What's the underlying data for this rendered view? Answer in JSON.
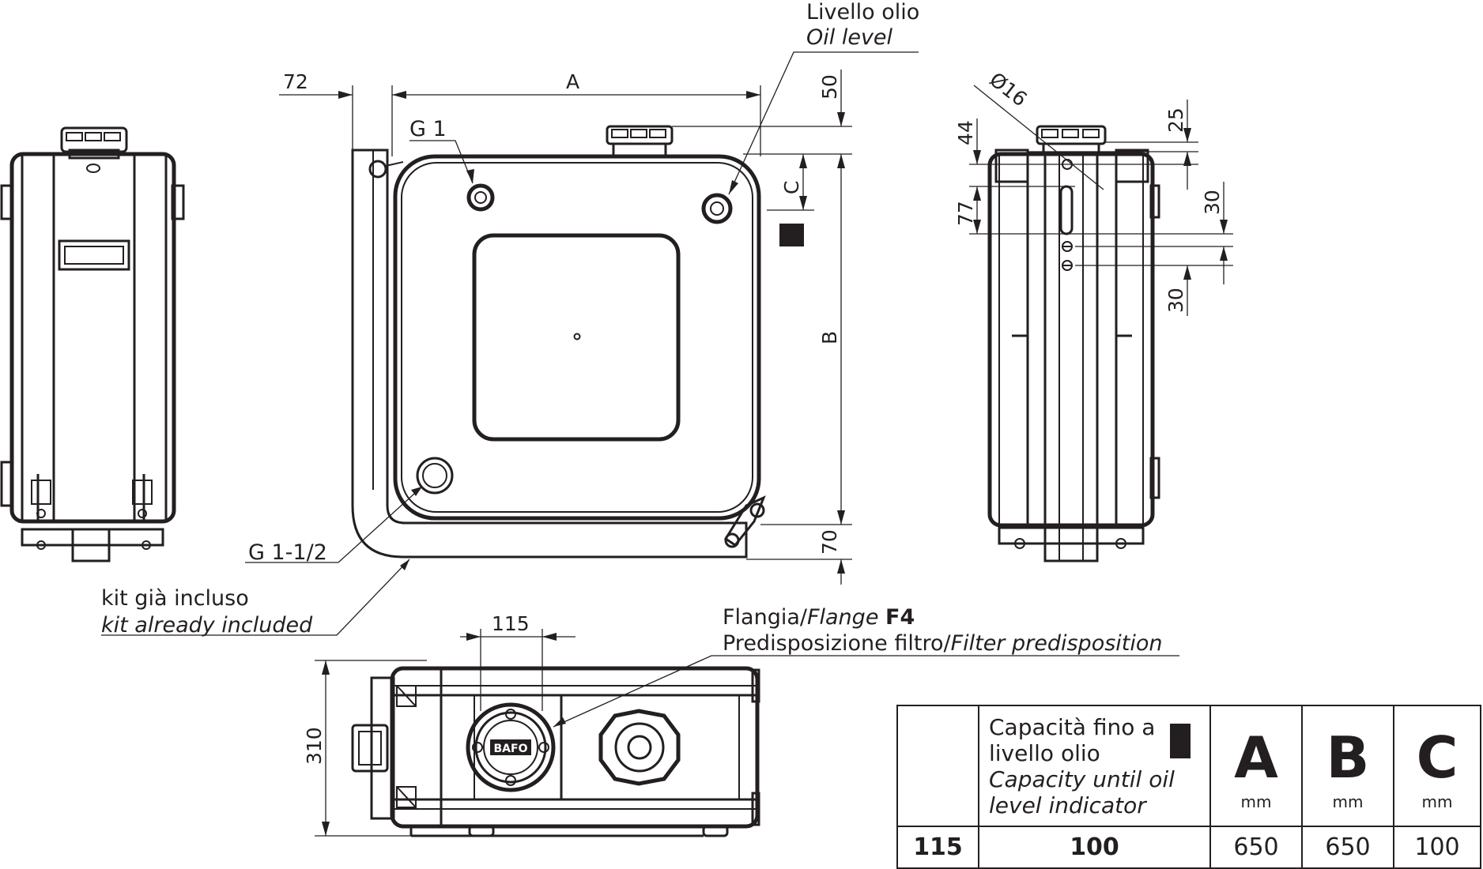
{
  "labels": {
    "oil_level_it": "Livello olio",
    "oil_level_en": "Oil level",
    "port_g1": "G 1",
    "port_g112": "G 1-1/2",
    "kit_it": "kit già incluso",
    "kit_en": "kit already included",
    "flange_it": "Flangia/",
    "flange_en": "Flange",
    "flange_code": "F4",
    "filter_it": "Predisposizione filtro/",
    "filter_en": "Filter predisposition",
    "flange_logo": "BAFO"
  },
  "dimensions": {
    "d72": "72",
    "dA": "A",
    "d50": "50",
    "dC": "C",
    "dB": "B",
    "d70": "70",
    "d115": "115",
    "d310": "310",
    "d16": "Ø16",
    "d25": "25",
    "d44": "44",
    "d77": "77",
    "d30a": "30",
    "d30b": "30"
  },
  "table": {
    "capacity_it_1": "Capacità fino a",
    "capacity_it_2": "livello olio",
    "capacity_en_1": "Capacity until oil",
    "capacity_en_2": "level indicator",
    "col_a": "A",
    "col_b": "B",
    "col_c": "C",
    "unit": "mm",
    "row": {
      "model": "115",
      "capacity": "100",
      "a": "650",
      "b": "650",
      "c": "100"
    }
  }
}
